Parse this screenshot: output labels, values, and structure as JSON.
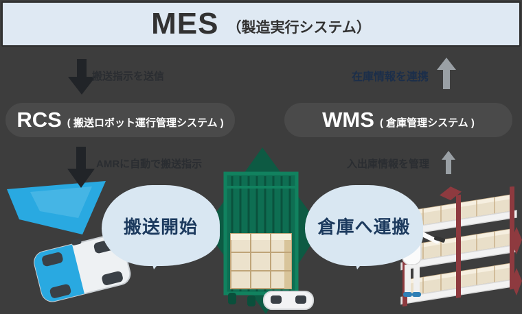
{
  "mes": {
    "title": "MES",
    "subtitle": "（製造実行システム）"
  },
  "rcs": {
    "title": "RCS",
    "subtitle": "( 搬送ロボット運行管理システム )"
  },
  "wms": {
    "title": "WMS",
    "subtitle": "( 倉庫管理システム )"
  },
  "flows": {
    "mes_to_rcs": "搬送指示を送信",
    "wms_to_mes": "在庫情報を連携",
    "rcs_to_amr": "AMRに自動で搬送指示",
    "wms_field": "入出庫情報を管理"
  },
  "bubbles": {
    "transport_start": "搬送開始",
    "to_warehouse": "倉庫へ運搬"
  },
  "illustrations": {
    "left": "amr-robot",
    "center": "cage-cart-on-amr",
    "right": "warehouse-racks-with-worker"
  },
  "colors": {
    "background": "#3d3d3d",
    "mes_box_bg": "#dfe9f3",
    "mes_box_border": "#2e2e2e",
    "pill_bg": "#4a4a4a",
    "pill_text": "#ffffff",
    "bubble_bg": "#d9e7f2",
    "bubble_text": "#1c3a5e",
    "label_dark": "#2a2d31",
    "label_navy": "#1b2e4a",
    "arrow_dark": "#212428",
    "arrow_light": "#9aa0a5",
    "amr_blue": "#29a9e1",
    "cage_green": "#0e6e52",
    "diamond_green": "#0d5a43",
    "box_beige": "#ece2cc",
    "box_tan": "#c9a87e",
    "rack_maroon": "#8e3a3f"
  }
}
